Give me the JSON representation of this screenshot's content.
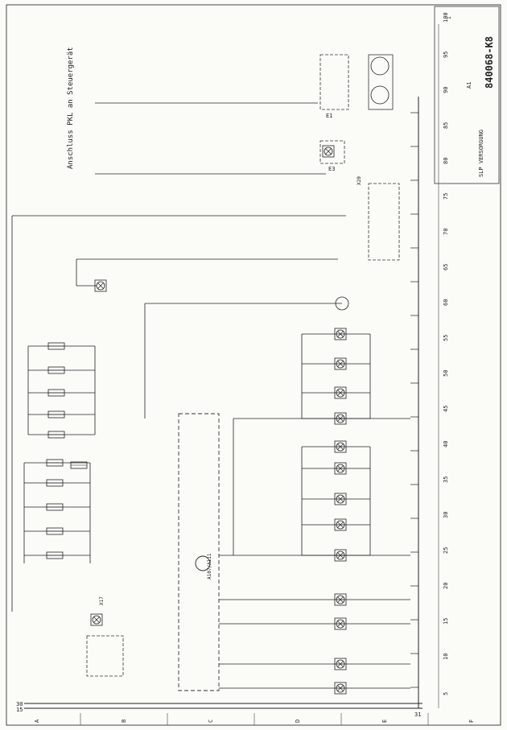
{
  "title_block": {
    "heading": "Anschluss PKL an Steuergerät",
    "drawing_no": "840068-K8",
    "sheet_title": "SLP VERSORGUNG",
    "revision": "1",
    "sheet_ref": "A1"
  },
  "labels": {
    "e1": "E1",
    "e3": "E3",
    "a107": "A107/A111",
    "rail_30": "30",
    "rail_15": "15",
    "rail_31": "31",
    "x20": "X20",
    "x17": "X17"
  },
  "ruler_numbers": [
    "100",
    "95",
    "90",
    "85",
    "80",
    "75",
    "70",
    "65",
    "60",
    "55",
    "50",
    "45",
    "40",
    "35",
    "30",
    "25",
    "20",
    "15",
    "10",
    "5"
  ],
  "row_letters": [
    "A",
    "B",
    "C",
    "D",
    "E",
    "F"
  ],
  "colors": {
    "ink": "#222222",
    "paper": "#fbfbf8",
    "grid": "#555555"
  }
}
